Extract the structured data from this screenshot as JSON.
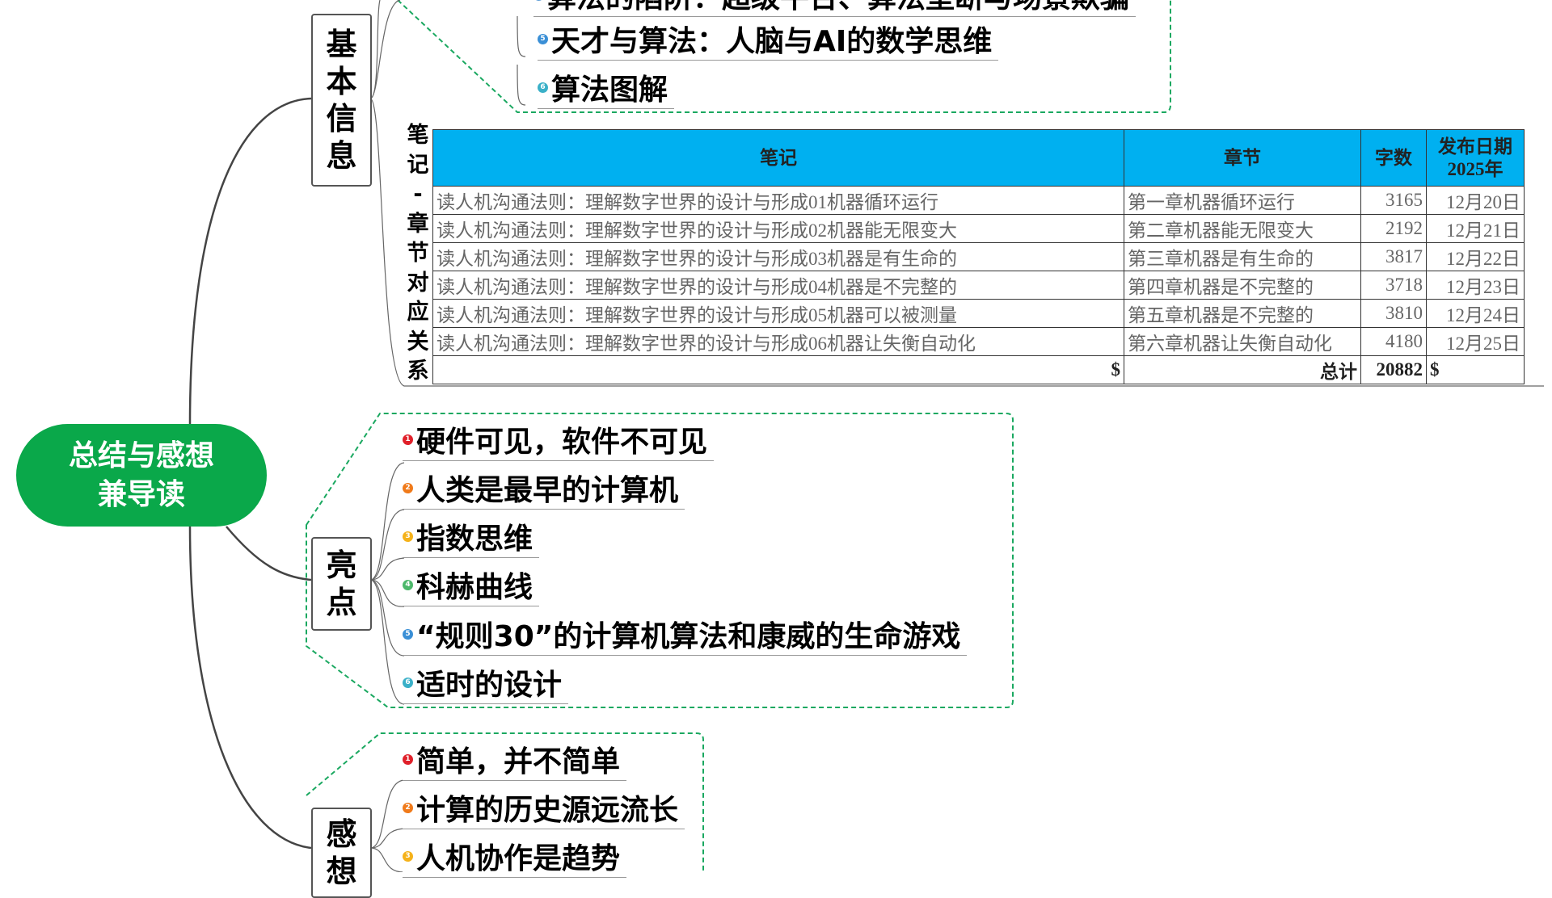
{
  "root": {
    "line1": "总结与感想",
    "line2": "兼导读"
  },
  "branches": {
    "basic": {
      "chars": [
        "基",
        "本",
        "信",
        "息"
      ],
      "items": [
        {
          "num": "4",
          "text": "算法的陷阱：超级平台、算法垄断与场景欺骗",
          "color": "#5b9bd5"
        },
        {
          "num": "5",
          "text": "天才与算法：人脑与AI的数学思维",
          "color": "#3a8fd6"
        },
        {
          "num": "6",
          "text": "算法图解",
          "color": "#3ab0c8"
        }
      ]
    },
    "highlights": {
      "chars": [
        "亮",
        "点"
      ],
      "items": [
        {
          "num": "1",
          "text": "硬件可见，软件不可见",
          "color": "#e0202a"
        },
        {
          "num": "2",
          "text": "人类是最早的计算机",
          "color": "#f07a1a"
        },
        {
          "num": "3",
          "text": "指数思维",
          "color": "#f5b21a"
        },
        {
          "num": "4",
          "text": "科赫曲线",
          "color": "#4cb86a"
        },
        {
          "num": "5",
          "text": "“规则30”的计算机算法和康威的生命游戏",
          "color": "#3a8fd6"
        },
        {
          "num": "6",
          "text": "适时的设计",
          "color": "#3ab0c8"
        }
      ]
    },
    "thoughts": {
      "chars": [
        "感",
        "想"
      ],
      "items": [
        {
          "num": "1",
          "text": "简单，并不简单",
          "color": "#e0202a"
        },
        {
          "num": "2",
          "text": "计算的历史源远流长",
          "color": "#f07a1a"
        },
        {
          "num": "3",
          "text": "人机协作是趋势",
          "color": "#f5b21a"
        }
      ]
    }
  },
  "table_label": [
    "笔",
    "记",
    "-",
    "章",
    "节",
    "对",
    "应",
    "关",
    "系"
  ],
  "table": {
    "headers": [
      "笔记",
      "章节",
      "字数",
      "发布日期",
      "2025年"
    ],
    "rows": [
      [
        "读人机沟通法则：理解数字世界的设计与形成01机器循环运行",
        "第一章机器循环运行",
        "3165",
        "12月20日"
      ],
      [
        "读人机沟通法则：理解数字世界的设计与形成02机器能无限变大",
        "第二章机器能无限变大",
        "2192",
        "12月21日"
      ],
      [
        "读人机沟通法则：理解数字世界的设计与形成03机器是有生命的",
        "第三章机器是有生命的",
        "3817",
        "12月22日"
      ],
      [
        "读人机沟通法则：理解数字世界的设计与形成04机器是不完整的",
        "第四章机器是不完整的",
        "3718",
        "12月23日"
      ],
      [
        "读人机沟通法则：理解数字世界的设计与形成05机器可以被测量",
        "第五章机器是不完整的",
        "3810",
        "12月24日"
      ],
      [
        "读人机沟通法则：理解数字世界的设计与形成06机器让失衡自动化",
        "第六章机器让失衡自动化",
        "4180",
        "12月25日"
      ]
    ],
    "total": [
      "$",
      "总计",
      "20882",
      "$"
    ]
  },
  "colors": {
    "root": "#0aa84a",
    "header": "#00b0f0",
    "dashed": "#1aa860"
  }
}
